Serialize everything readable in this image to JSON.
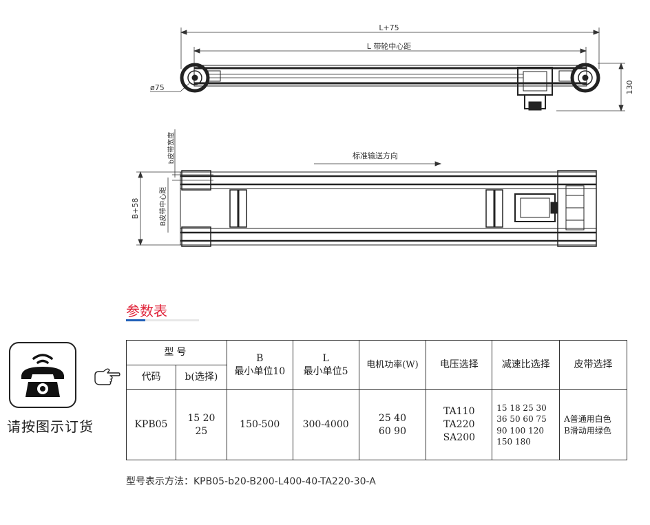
{
  "drawing": {
    "dim_total": "L+75",
    "dim_center": "L 带轮中心距",
    "dim_diameter": "ø75",
    "dim_height": "130",
    "direction_label": "标准输送方向",
    "belt_width_label": "b皮带宽度",
    "belt_center_label": "B皮带中心距",
    "overall_width_label": "B+58"
  },
  "section": {
    "title": "参数表"
  },
  "order": {
    "text": "请按图示订货"
  },
  "table": {
    "model_header": "型号",
    "code_header": "代码",
    "b_header": "b(选择)",
    "B_header_1": "B",
    "B_header_2": "最小单位10",
    "L_header_1": "L",
    "L_header_2": "最小单位5",
    "power_header": "电机功率(W)",
    "voltage_header": "电压选择",
    "ratio_header": "减速比选择",
    "belt_header": "皮带选择",
    "code_value": "KPB05",
    "b_value": "15 20\n25",
    "B_value": "150-500",
    "L_value": "300-4000",
    "power_value": "25 40\n60 90",
    "voltage_value": "TA110\nTA220\nSA200",
    "ratio_value": "15 18 25 30\n36 50 60 75\n90 100 120\n150 180",
    "belt_value": "A普通用白色\nB滑动用绿色"
  },
  "model_method": "型号表示方法：KPB05-b20-B200-L400-40-TA220-30-A"
}
